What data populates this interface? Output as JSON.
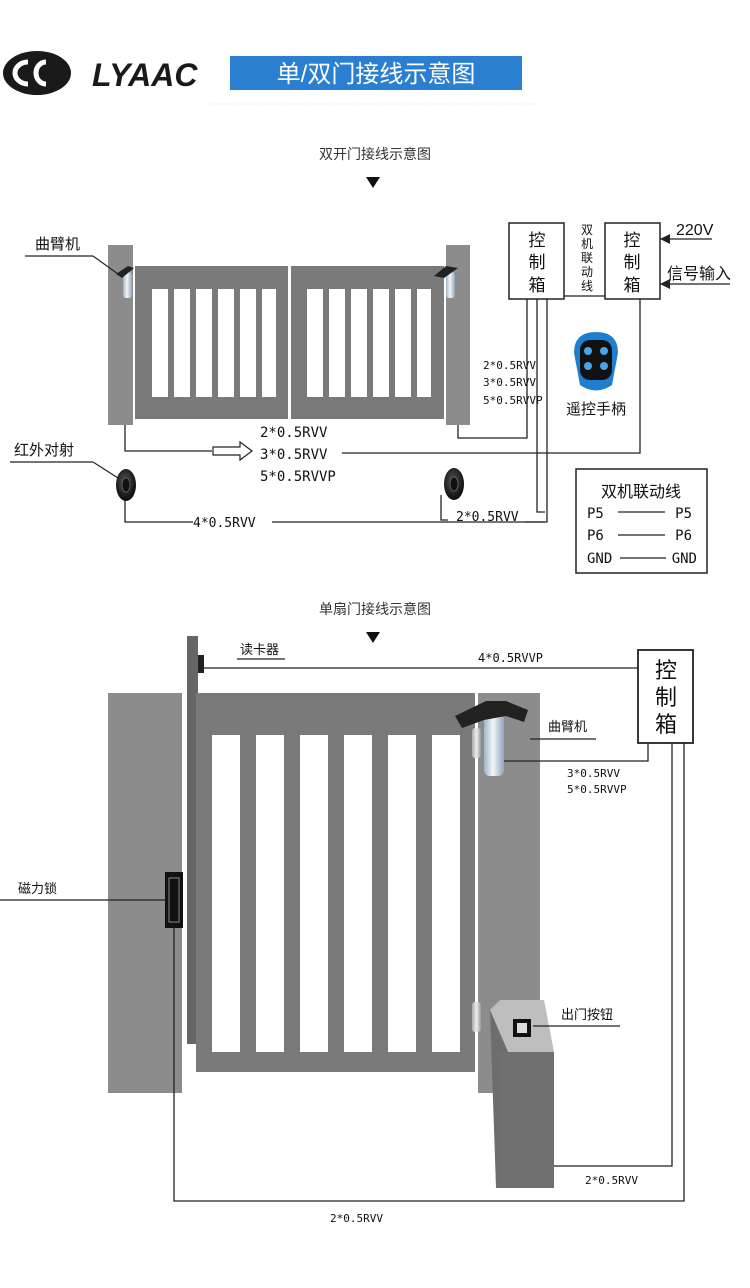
{
  "brand": {
    "name": "LYAAC",
    "banner": "单/双门接线示意图",
    "brand_color": "#2b7fd1"
  },
  "double_gate": {
    "title": "双开门接线示意图",
    "arm_label": "曲臂机",
    "ir_label": "红外对射",
    "box_left": [
      "控",
      "制",
      "箱"
    ],
    "box_right": [
      "控",
      "制",
      "箱"
    ],
    "link_vertical": [
      "双",
      "机",
      "联",
      "动",
      "线"
    ],
    "power_label": "220V",
    "signal_label": "信号输入",
    "cables_near": [
      "2*0.5RVV",
      "3*0.5RVV",
      "5*0.5RVVP"
    ],
    "cables_center": [
      "2*0.5RVV",
      "3*0.5RVV",
      "5*0.5RVVP"
    ],
    "ir_bottom_cable": "4*0.5RVV",
    "ir_right_cable": "2*0.5RVV",
    "remote_label": "遥控手柄",
    "link_table": {
      "title": "双机联动线",
      "rows": [
        [
          "P5",
          "P5"
        ],
        [
          "P6",
          "P6"
        ],
        [
          "GND",
          "GND"
        ]
      ]
    }
  },
  "single_gate": {
    "title": "单扇门接线示意图",
    "reader_label": "读卡器",
    "reader_cable": "4*0.5RVVP",
    "box": [
      "控",
      "制",
      "箱"
    ],
    "arm_label": "曲臂机",
    "arm_cables": [
      "3*0.5RVV",
      "5*0.5RVVP"
    ],
    "lock_label": "磁力锁",
    "exit_label": "出门按钮",
    "exit_cable": "2*0.5RVV",
    "bottom_cable": "2*0.5RVV"
  },
  "colors": {
    "gate_gray": "#7a7a7a",
    "post_gray": "#8c8c8c",
    "line": "#222222"
  }
}
